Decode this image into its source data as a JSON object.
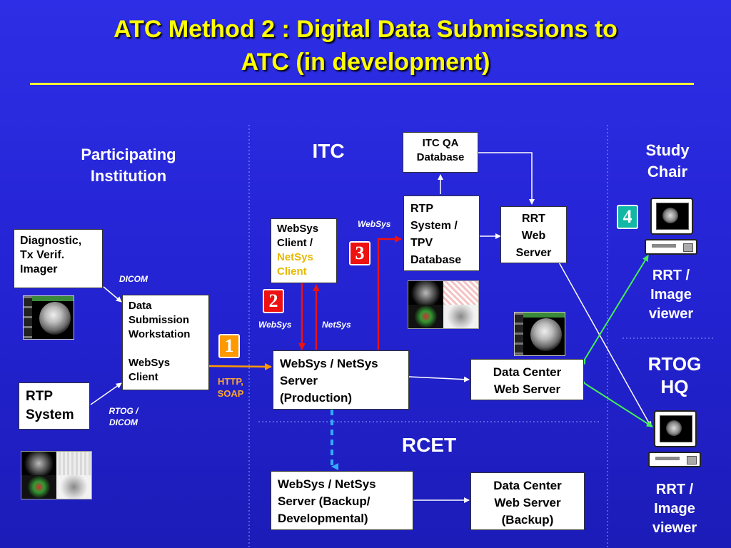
{
  "title": {
    "line1": "ATC Method 2 : Digital Data Submissions to",
    "line2": "ATC (in development)"
  },
  "sections": {
    "participating": {
      "line1": "Participating",
      "line2": "Institution"
    },
    "itc": "ITC",
    "study_chair": {
      "line1": "Study",
      "line2": "Chair"
    },
    "rtog_hq": {
      "line1": "RTOG",
      "line2": "HQ"
    },
    "rcet": "RCET"
  },
  "boxes": {
    "diagnostic": {
      "line1": "Diagnostic,",
      "line2": "Tx Verif.",
      "line3": "Imager"
    },
    "rtp_system": {
      "line1": "RTP",
      "line2": "System"
    },
    "dsw": {
      "line1": "Data",
      "line2": "Submission",
      "line3": "Workstation",
      "line4": "WebSys",
      "line5": "Client"
    },
    "websys_client": {
      "line1": "WebSys",
      "line2": "Client /",
      "line3": "NetSys",
      "line4": "Client"
    },
    "itc_qa_db": {
      "line1": "ITC QA",
      "line2": "Database"
    },
    "rtp_tpv": {
      "line1": "RTP",
      "line2": "System /",
      "line3": "TPV",
      "line4": "Database"
    },
    "rrt_web": {
      "line1": "RRT",
      "line2": "Web",
      "line3": "Server"
    },
    "prod_server": {
      "line1": "WebSys / NetSys",
      "line2": "Server",
      "line3": "(Production)"
    },
    "dc_web": {
      "line1": "Data Center",
      "line2": "Web Server"
    },
    "backup_server": {
      "line1": "WebSys / NetSys",
      "line2": "Server  (Backup/",
      "line3": "Developmental)"
    },
    "dc_web_backup": {
      "line1": "Data Center",
      "line2": "Web Server",
      "line3": "(Backup)"
    }
  },
  "labels": {
    "dicom": "DICOM",
    "rtog_dicom": {
      "line1": "RTOG /",
      "line2": "DICOM"
    },
    "http_soap": {
      "line1": "HTTP,",
      "line2": "SOAP"
    },
    "websys_left": "WebSys",
    "netsys": "NetSys",
    "websys_top": "WebSys"
  },
  "viewers": {
    "study_chair": {
      "line1": "RRT /",
      "line2": "Image",
      "line3": "viewer"
    },
    "rtog_hq": {
      "line1": "RRT /",
      "line2": "Image",
      "line3": "viewer"
    }
  },
  "badges": [
    "1",
    "2",
    "3",
    "4"
  ],
  "icons": [
    "mri-scan-thumbnail",
    "treatment-plan-thumbnail",
    "workstation-computer-icon"
  ],
  "colors": {
    "background": "#2a2ad8",
    "title": "#ffff00",
    "arrow_red": "#ee1111",
    "arrow_orange": "#ff9900",
    "arrow_green": "#44ee55",
    "arrow_cyan": "#33aaff",
    "badge_teal": "#13b7a6"
  }
}
